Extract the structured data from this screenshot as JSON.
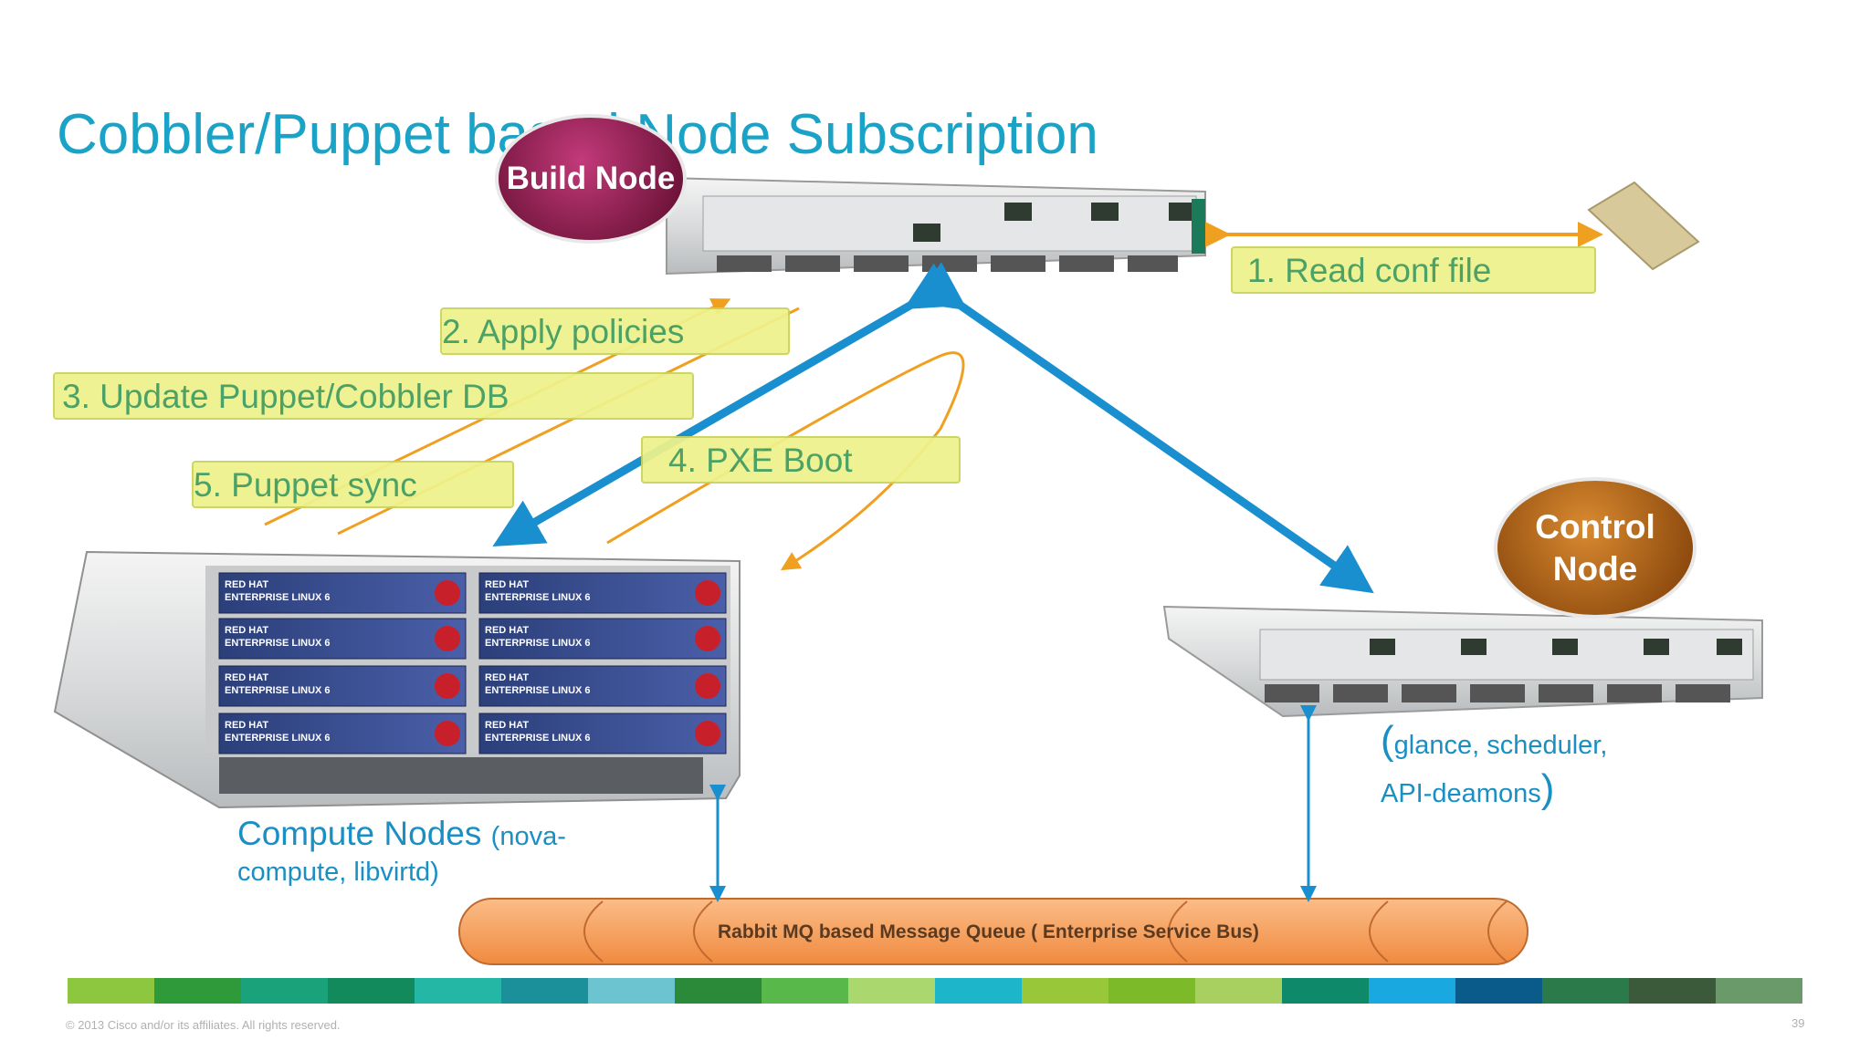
{
  "title": "Cobbler/Puppet based Node Subscription",
  "badges": {
    "build": "Build Node",
    "control_line1": "Control",
    "control_line2": "Node"
  },
  "steps": {
    "s1": "1. Read conf file",
    "s2": "2. Apply policies",
    "s3": "3. Update Puppet/Cobbler DB",
    "s4": "4. PXE Boot",
    "s5": "5. Puppet sync"
  },
  "compute": {
    "label_main": "Compute Nodes",
    "label_sub1": "(nova-",
    "label_sub2": "compute, libvirtd)",
    "blade_text1": "RED HAT",
    "blade_text2": "ENTERPRISE LINUX",
    "blade_version": "6"
  },
  "control": {
    "open_paren": "(",
    "line1": "glance, scheduler,",
    "line2": "API-deamons",
    "close_paren": ")"
  },
  "mq": {
    "label": "Rabbit MQ based Message Queue ( Enterprise Service Bus)"
  },
  "footer": {
    "copyright": "© 2013 Cisco and/or its affiliates. All rights reserved.",
    "page": "39"
  },
  "colors": {
    "title": "#1aa3c6",
    "blue_arrow": "#1a8fd0",
    "orange_arrow": "#f0a020",
    "note_fill": "#eef28a",
    "build_badge": "#8a1a4a",
    "control_badge": "#a85a10",
    "mq_fill": "#f7a466",
    "strip": [
      "#8dc63f",
      "#2e9a3a",
      "#1aa37a",
      "#128a5c",
      "#25b7a5",
      "#1b8f9a",
      "#6cc4d0",
      "#2a8a3a",
      "#59b84a",
      "#aad86f",
      "#1db5c9",
      "#98c83a",
      "#7cba2a",
      "#a8d060",
      "#0e8a6a",
      "#1aa8e0",
      "#0a5a8a",
      "#2b7a4a",
      "#3a5a3a",
      "#6a9a6a"
    ]
  }
}
